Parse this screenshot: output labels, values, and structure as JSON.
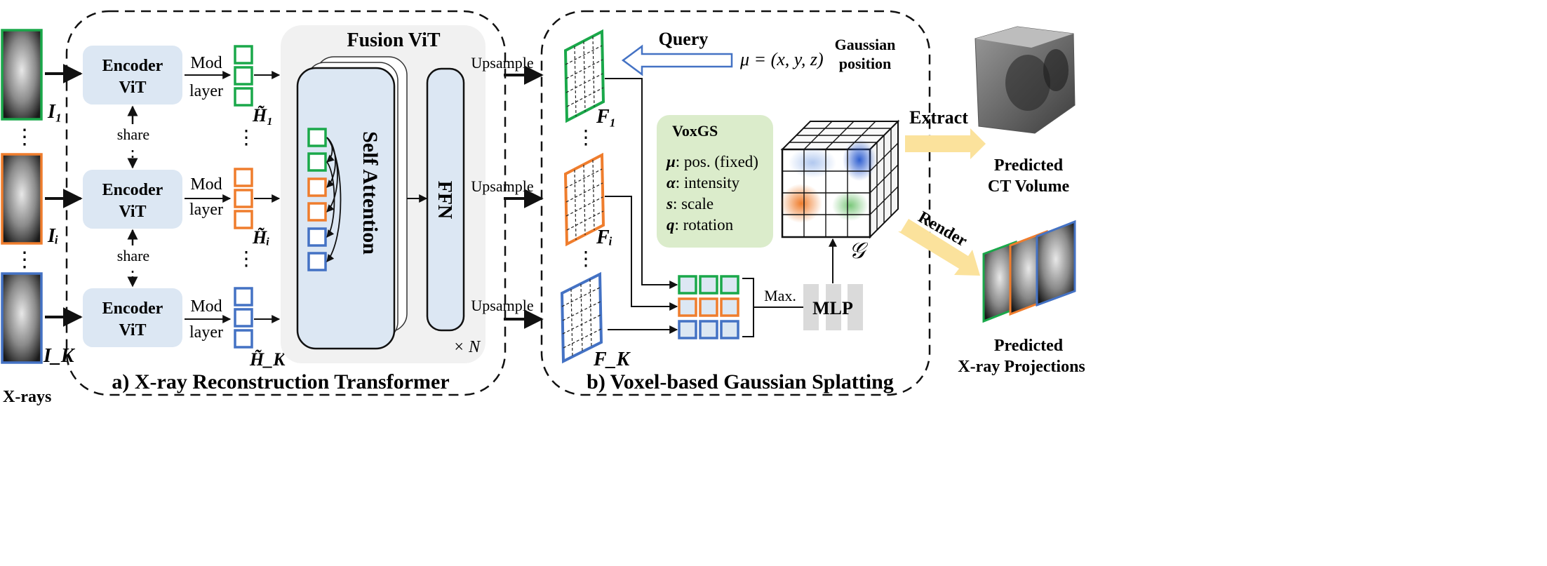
{
  "left_inputs": {
    "group_label": "X-rays",
    "image_labels": [
      "I₁",
      "Iᵢ",
      "I_K"
    ],
    "ellipsis": "⋮",
    "frame_colors": [
      "#1aa84a",
      "#ef7d2d",
      "#4472c4"
    ]
  },
  "panel_a": {
    "caption": "a) X-ray Reconstruction Transformer",
    "encoder_line1": "Encoder",
    "encoder_line2": "ViT",
    "share_label": "share",
    "mod_line1": "Mod",
    "mod_line2": "layer",
    "token_labels": [
      "H̃₁",
      "H̃ᵢ",
      "H̃_K"
    ],
    "fusion_title": "Fusion ViT",
    "self_attention": "Self Attention",
    "ffn": "FFN",
    "repeat": "× N"
  },
  "links": {
    "upsample": "Upsample"
  },
  "panel_b": {
    "caption": "b) Voxel-based Gaussian Splatting",
    "feature_labels": [
      "F₁",
      "Fᵢ",
      "F_K"
    ],
    "query": "Query",
    "mu_formula": "μ = (x, y, z)",
    "gaussian_line1": "Gaussian",
    "gaussian_line2": "position",
    "voxgs_title": "VoxGS",
    "attributes": [
      {
        "sym": "μ",
        "text": ": pos. (fixed)"
      },
      {
        "sym": "α",
        "text": ": intensity"
      },
      {
        "sym": "s",
        "text": ": scale"
      },
      {
        "sym": "q",
        "text": ": rotation"
      }
    ],
    "max_label": "Max.",
    "mlp_label": "MLP",
    "volume_symbol": "𝒢"
  },
  "outputs": {
    "extract": "Extract",
    "render": "Render",
    "ct_line1": "Predicted",
    "ct_line2": "CT Volume",
    "proj_line1": "Predicted",
    "proj_line2": "X-ray Projections"
  },
  "colors": {
    "green": "#1aa84a",
    "orange": "#ef7d2d",
    "blue": "#4472c4",
    "encoder_fill": "#dce7f3",
    "fusion_bg": "#f1f1f1",
    "attention_fill": "#dce7f3",
    "voxgs_fill": "#dbeccb",
    "mlp_fill": "#dadada",
    "arrow_yellow": "#fbe29c"
  }
}
